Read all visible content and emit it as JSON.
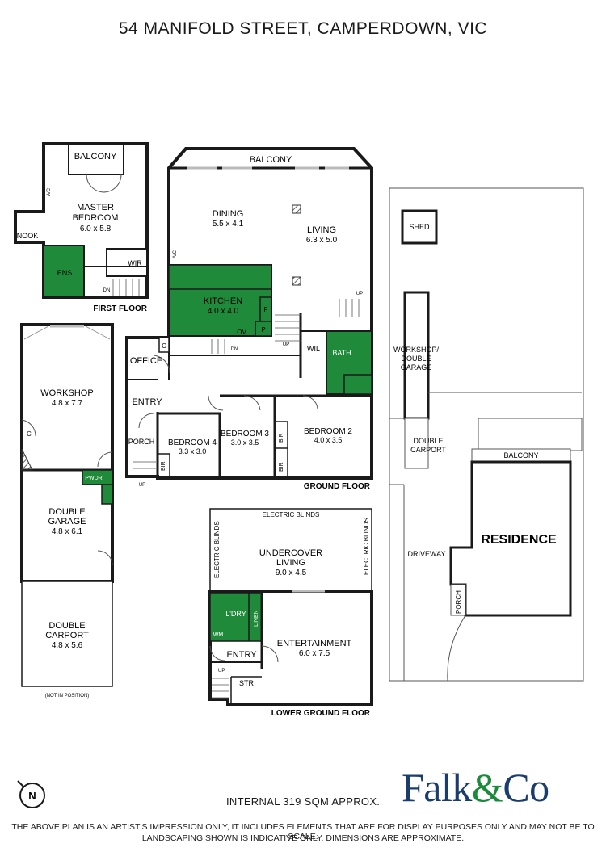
{
  "title": "54 MANIFOLD STREET, CAMPERDOWN, VIC",
  "floor_labels": {
    "first": "FIRST FLOOR",
    "ground": "GROUND FLOOR",
    "lower": "LOWER GROUND FLOOR"
  },
  "rooms": {
    "balcony_first": "BALCONY",
    "master_a": "MASTER",
    "master_b": "BEDROOM",
    "master_dim": "6.0 x 5.8",
    "nook": "NOOK",
    "ens": "ENS",
    "wir": "WIR",
    "balcony_ground": "BALCONY",
    "dining": "DINING",
    "dining_dim": "5.5 x 4.1",
    "living": "LIVING",
    "living_dim": "6.3 x 5.0",
    "kitchen": "KITCHEN",
    "kitchen_dim": "4.0 x 4.0",
    "f": "F",
    "p": "P",
    "ov": "OV",
    "office": "OFFICE",
    "c_office": "C",
    "wil": "WIL",
    "bath": "BATH",
    "entry": "ENTRY",
    "porch": "PORCH",
    "bed4": "BEDROOM 4",
    "bed4_dim": "3.3 x 3.0",
    "bed3": "BEDROOM 3",
    "bed3_dim": "3.0 x 3.5",
    "bed2": "BEDROOM 2",
    "bed2_dim": "4.0 x 3.5",
    "bir": "BIR",
    "workshop": "WORKSHOP",
    "workshop_dim": "4.8 x 7.7",
    "c_workshop": "C",
    "pwdr": "PWDR",
    "dgarage_a": "DOUBLE",
    "dgarage_b": "GARAGE",
    "dgarage_dim": "4.8 x 6.1",
    "dcarport_a": "DOUBLE",
    "dcarport_b": "CARPORT",
    "dcarport_dim": "4.8 x 5.6",
    "not_in_position": "(NOT IN POSITION)",
    "electric_blinds": "ELECTRIC BLINDS",
    "undercover_a": "UNDERCOVER",
    "undercover_b": "LIVING",
    "undercover_dim": "9.0 x 4.5",
    "ldry": "L'DRY",
    "linen": "LINEN",
    "wm": "WM",
    "entry_lower": "ENTRY",
    "str": "STR",
    "entertainment": "ENTERTAINMENT",
    "entertainment_dim": "6.0 x 7.5",
    "up": "UP",
    "dn": "DN",
    "ac": "A/C"
  },
  "site": {
    "shed": "SHED",
    "workshop_a": "WORKSHOP/",
    "workshop_b": "DOUBLE",
    "workshop_c": "GARAGE",
    "carport_a": "DOUBLE",
    "carport_b": "CARPORT",
    "balcony": "BALCONY",
    "residence": "RESIDENCE",
    "driveway": "DRIVEWAY",
    "porch": "PORCH"
  },
  "compass": "N",
  "area": "INTERNAL 319 SQM APPROX.",
  "logo": {
    "name": "Falk",
    "amp": "&",
    "tail": "Co"
  },
  "disclaimer_1": "THE ABOVE PLAN IS AN ARTIST'S IMPRESSION ONLY, IT INCLUDES ELEMENTS THAT ARE FOR DISPLAY PURPOSES ONLY AND MAY NOT BE TO SCALE.",
  "disclaimer_2": "LANDSCAPING SHOWN IS INDICATIVE ONLY. DIMENSIONS ARE APPROXIMATE.",
  "colors": {
    "wet_area": "#1f8a3a",
    "wall": "#1a1a1a",
    "logo_blue": "#1b3d6e",
    "logo_green": "#1b8a3a"
  }
}
